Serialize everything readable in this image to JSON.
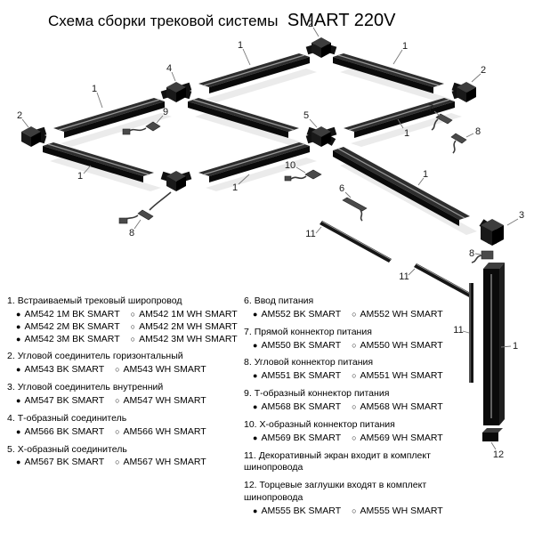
{
  "title": {
    "main": "Схема сборки трековой системы",
    "brand": "SMART 220V"
  },
  "diagram": {
    "callouts": {
      "track": "1",
      "corner": "2",
      "inner_corner": "3",
      "t_connector": "4",
      "x_connector": "5",
      "power_input": "6",
      "straight_power": "7",
      "corner_power": "8",
      "t_power": "9",
      "x_power": "10",
      "screen": "11",
      "end_caps": "12"
    }
  },
  "legend": {
    "bullet_bk": "●",
    "bullet_wh": "○",
    "columns": [
      {
        "items": [
          {
            "num": "1.",
            "title": "Встраиваемый трековый широпровод",
            "variants": [
              {
                "bk": "AM542 1M BK SMART",
                "wh": "AM542 1M WH SMART"
              },
              {
                "bk": "AM542 2M BK SMART",
                "wh": "AM542 2M WH SMART"
              },
              {
                "bk": "AM542 3M BK SMART",
                "wh": "AM542 3M WH SMART"
              }
            ]
          },
          {
            "num": "2.",
            "title": "Угловой соединитель горизонтальный",
            "variants": [
              {
                "bk": "AM543 BK SMART",
                "wh": "AM543 WH SMART"
              }
            ]
          },
          {
            "num": "3.",
            "title": "Угловой соединитель внутренний",
            "variants": [
              {
                "bk": "AM547 BK SMART",
                "wh": "AM547 WH SMART"
              }
            ]
          },
          {
            "num": "4.",
            "title": "Т-образный соединитель",
            "variants": [
              {
                "bk": "AM566 BK SMART",
                "wh": "AM566 WH SMART"
              }
            ]
          },
          {
            "num": "5.",
            "title": "Х-образный соединитель",
            "variants": [
              {
                "bk": "AM567 BK SMART",
                "wh": "AM567 WH SMART"
              }
            ]
          }
        ]
      },
      {
        "items": [
          {
            "num": "6.",
            "title": "Ввод питания",
            "variants": [
              {
                "bk": "AM552 BK SMART",
                "wh": "AM552 WH SMART"
              }
            ]
          },
          {
            "num": "7.",
            "title": "Прямой коннектор питания",
            "variants": [
              {
                "bk": "AM550 BK SMART",
                "wh": "AM550 WH SMART"
              }
            ]
          },
          {
            "num": "8.",
            "title": "Угловой коннектор питания",
            "variants": [
              {
                "bk": "AM551 BK SMART",
                "wh": "AM551 WH SMART"
              }
            ]
          },
          {
            "num": "9.",
            "title": "Т-образный коннектор питания",
            "variants": [
              {
                "bk": "AM568 BK SMART",
                "wh": "AM568 WH SMART"
              }
            ]
          },
          {
            "num": "10.",
            "title": "Х-образный коннектор питания",
            "variants": [
              {
                "bk": "AM569 BK SMART",
                "wh": "AM569 WH SMART"
              }
            ]
          },
          {
            "num": "11.",
            "title": "Декоративный экран входит в комплект шинопровода",
            "variants": []
          },
          {
            "num": "12.",
            "title": "Торцевые заглушки  входят в комплект шинопровода",
            "variants": [
              {
                "bk": "AM555 BK SMART",
                "wh": "AM555 WH SMART"
              }
            ]
          }
        ]
      }
    ]
  }
}
